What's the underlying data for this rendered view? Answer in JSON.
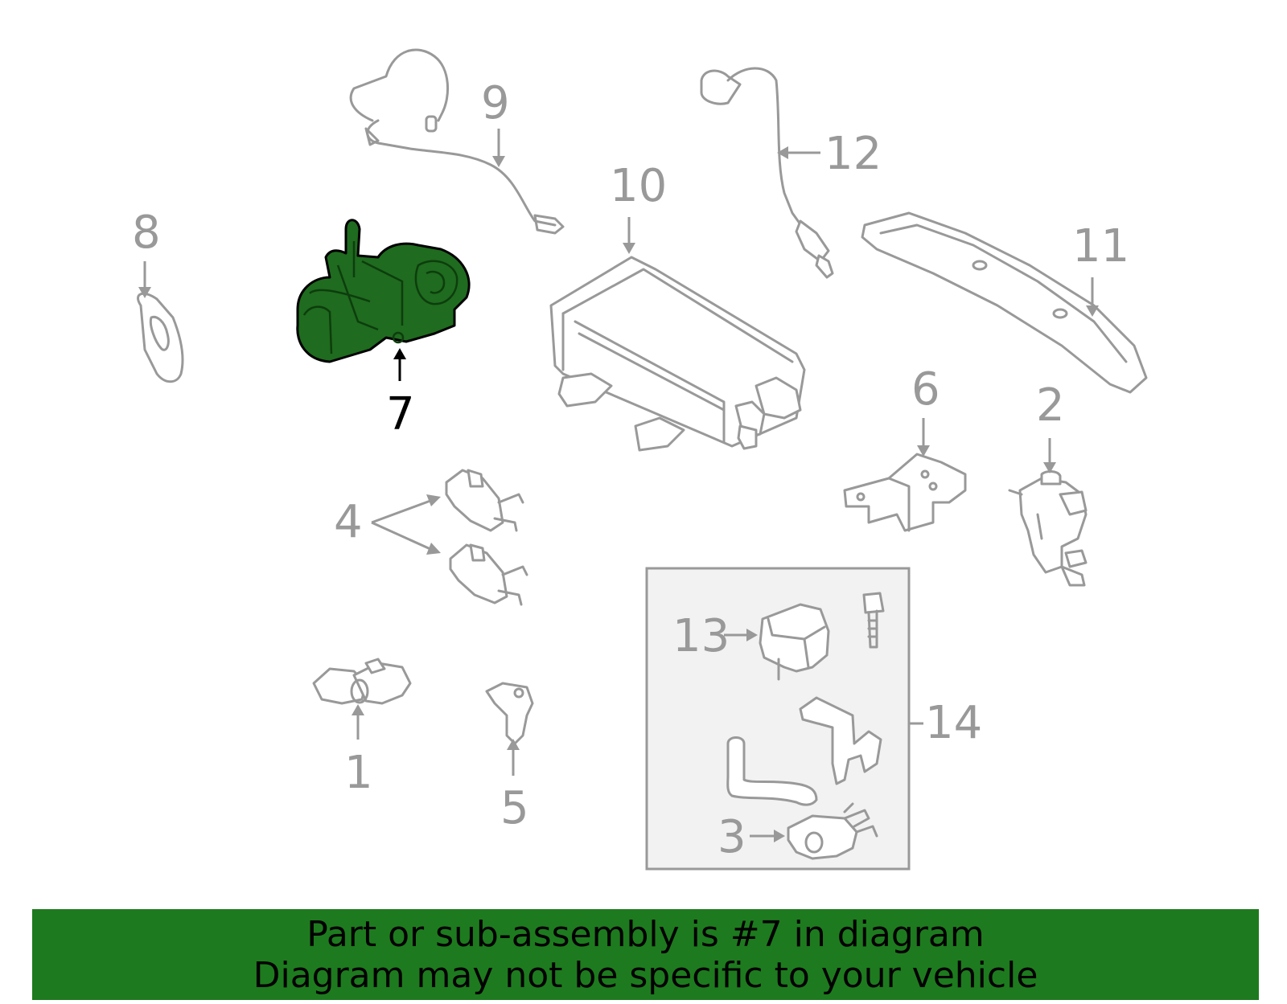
{
  "diagram": {
    "callouts": {
      "c1": "1",
      "c2": "2",
      "c3": "3",
      "c4": "4",
      "c5": "5",
      "c6": "6",
      "c7": "7",
      "c8": "8",
      "c9": "9",
      "c10": "10",
      "c11": "11",
      "c12": "12",
      "c13": "13",
      "c14": "14"
    },
    "highlighted_part": "7",
    "highlight_color": "#1e7a1e"
  },
  "banner": {
    "line1": "Part or sub-assembly is #7 in diagram",
    "line2": "Diagram may not be specific to your vehicle",
    "background": "#1e7a1e"
  }
}
